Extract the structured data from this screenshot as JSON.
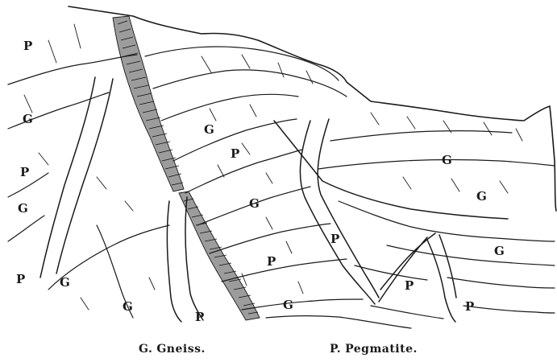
{
  "labels": {
    "gneiss": "G",
    "pegmatite": "P"
  },
  "caption": {
    "gneiss_key": "G.",
    "gneiss_text": "Gneiss.",
    "pegmatite_key": "P.",
    "pegmatite_text": "Pegmatite."
  },
  "colors": {
    "ink": "#1a1a1a",
    "paper": "#ffffff"
  }
}
